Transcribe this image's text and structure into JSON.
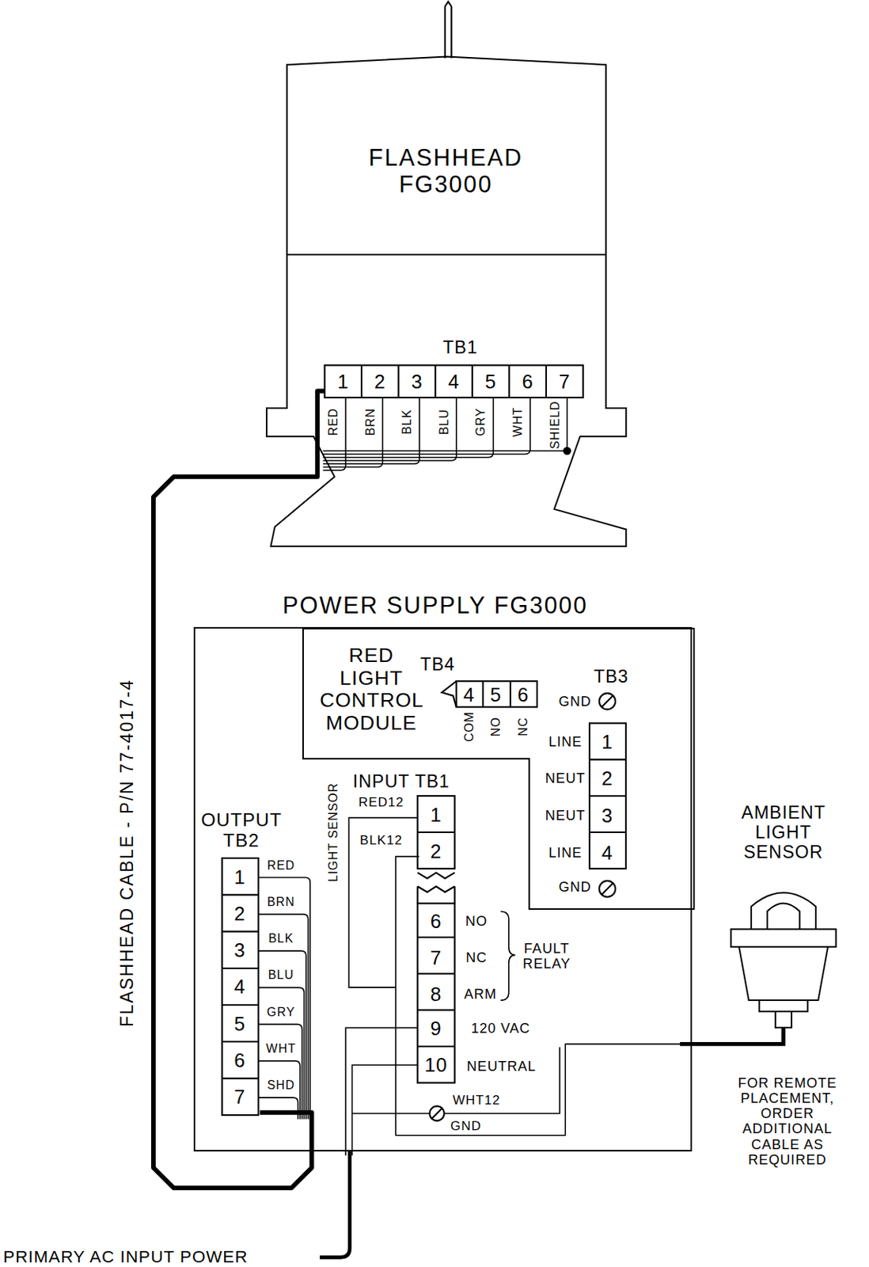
{
  "diagram": {
    "nodes": [
      {
        "text": [
          "FLASHHEAD FG3000"
        ]
      },
      {
        "text": [
          "TB1"
        ],
        "in": 0
      },
      {
        "text": [
          "POWER SUPPLY FG3000"
        ]
      },
      {
        "text": [
          "RED LIGHT CONTROL MODULE"
        ],
        "in": 2
      },
      {
        "text": [
          "TB4"
        ],
        "in": 3
      },
      {
        "text": [
          "TB3"
        ],
        "in": 3
      },
      {
        "text": [
          "OUTPUT TB2"
        ],
        "in": 2
      },
      {
        "text": [
          "INPUT TB1"
        ],
        "in": 2
      },
      {
        "text": [
          "AMBIENT LIGHT SENSOR"
        ]
      }
    ],
    "edges": [
      {
        "from": 6,
        "to": 1,
        "arrow": "none",
        "label": "FLASHHEAD CABLE - P/N 77-4017-4"
      },
      {
        "from": 8,
        "to": 7,
        "arrow": "none"
      }
    ],
    "labels": [
      "1",
      "2",
      "3",
      "4",
      "5",
      "6",
      "7",
      "RED",
      "BRN",
      "BLK",
      "BLU",
      "GRY",
      "WHT",
      "SHIELD",
      "4",
      "5",
      "6",
      "COM",
      "NO",
      "NC",
      "GND",
      "LINE",
      "1",
      "NEUT",
      "2",
      "NEUT",
      "3",
      "LINE",
      "4",
      "GND",
      "LIGHT SENSOR",
      "RED12",
      "1",
      "BLK12",
      "2",
      "6",
      "NO",
      "7",
      "NC",
      "8",
      "ARM",
      "FAULT RELAY",
      "9",
      "120 VAC",
      "10",
      "NEUTRAL",
      "WHT12",
      "GND",
      "1",
      "2",
      "3",
      "4",
      "5",
      "6",
      "7",
      "RED",
      "BRN",
      "BLK",
      "BLU",
      "GRY",
      "WHT",
      "SHD",
      "FOR REMOTE PLACEMENT, ORDER ADDITIONAL CABLE AS REQUIRED",
      "PRIMARY AC INPUT POWER"
    ]
  }
}
